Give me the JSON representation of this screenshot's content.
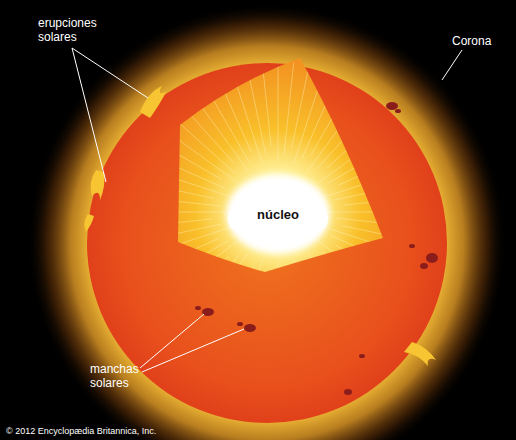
{
  "diagram": {
    "nodes": [
      {
        "text": [
          "núcleo"
        ]
      }
    ],
    "labels": [
      "erupciones solares",
      "Corona",
      "manchas solares",
      "© 2012 Encyclopædia Britannica, Inc."
    ]
  }
}
